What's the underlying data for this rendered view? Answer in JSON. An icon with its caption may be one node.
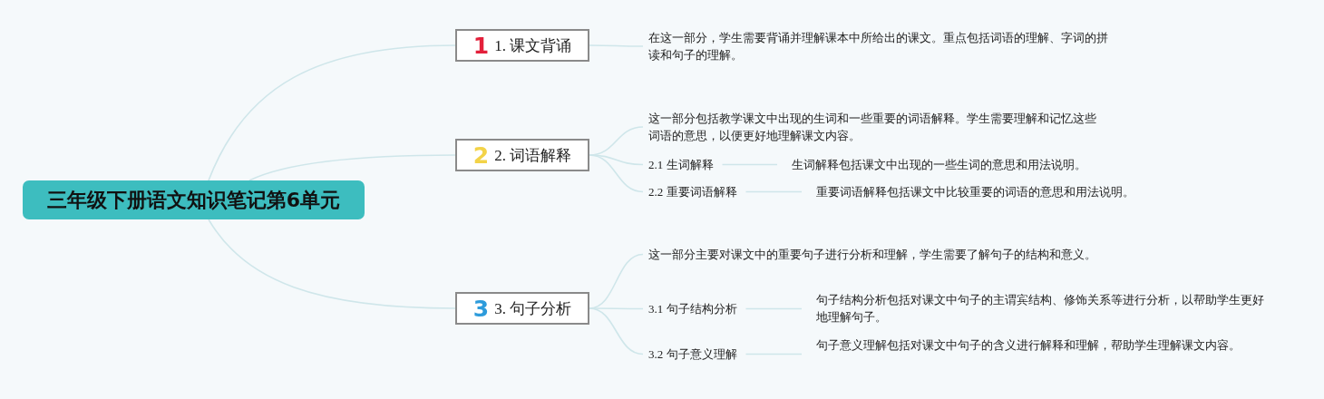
{
  "diagram": {
    "nodes": [
      {
        "text": [
          "三年级下册语文知识笔记第6单元"
        ]
      },
      {
        "text": [
          "1",
          "1. 课文背诵"
        ]
      },
      {
        "text": [
          "在这一部分，学生需要背诵并理解课本中所给出的课文。重点包括词语的理解、字词的拼读和句子的理解。"
        ]
      },
      {
        "text": [
          "2",
          "2. 词语解释"
        ]
      },
      {
        "text": [
          "这一部分包括教学课文中出现的生词和一些重要的词语解释。学生需要理解和记忆这些词语的意思，以便更好地理解课文内容。"
        ]
      },
      {
        "text": [
          "2.1 生词解释"
        ]
      },
      {
        "text": [
          "生词解释包括课文中出现的一些生词的意思和用法说明。"
        ]
      },
      {
        "text": [
          "2.2 重要词语解释"
        ]
      },
      {
        "text": [
          "重要词语解释包括课文中比较重要的词语的意思和用法说明。"
        ]
      },
      {
        "text": [
          "3",
          "3. 句子分析"
        ]
      },
      {
        "text": [
          "这一部分主要对课文中的重要句子进行分析和理解，学生需要了解句子的结构和意义。"
        ]
      },
      {
        "text": [
          "3.1 句子结构分析"
        ]
      },
      {
        "text": [
          "句子结构分析包括对课文中句子的主谓宾结构、修饰关系等进行分析，以帮助学生更好地理解句子。"
        ]
      },
      {
        "text": [
          "3.2 句子意义理解"
        ]
      },
      {
        "text": [
          "句子意义理解包括对课文中句子的含义进行解释和理解，帮助学生理解课文内容。"
        ]
      }
    ],
    "edges": [
      {
        "from": 0,
        "to": 1,
        "arrow": "none"
      },
      {
        "from": 0,
        "to": 3,
        "arrow": "none"
      },
      {
        "from": 0,
        "to": 9,
        "arrow": "none"
      },
      {
        "from": 1,
        "to": 2,
        "arrow": "none"
      },
      {
        "from": 3,
        "to": 4,
        "arrow": "none"
      },
      {
        "from": 3,
        "to": 5,
        "arrow": "none"
      },
      {
        "from": 3,
        "to": 7,
        "arrow": "none"
      },
      {
        "from": 5,
        "to": 6,
        "arrow": "none"
      },
      {
        "from": 7,
        "to": 8,
        "arrow": "none"
      },
      {
        "from": 9,
        "to": 10,
        "arrow": "none"
      },
      {
        "from": 9,
        "to": 11,
        "arrow": "none"
      },
      {
        "from": 9,
        "to": 13,
        "arrow": "none"
      },
      {
        "from": 11,
        "to": 12,
        "arrow": "none"
      },
      {
        "from": 13,
        "to": 14,
        "arrow": "none"
      }
    ]
  }
}
